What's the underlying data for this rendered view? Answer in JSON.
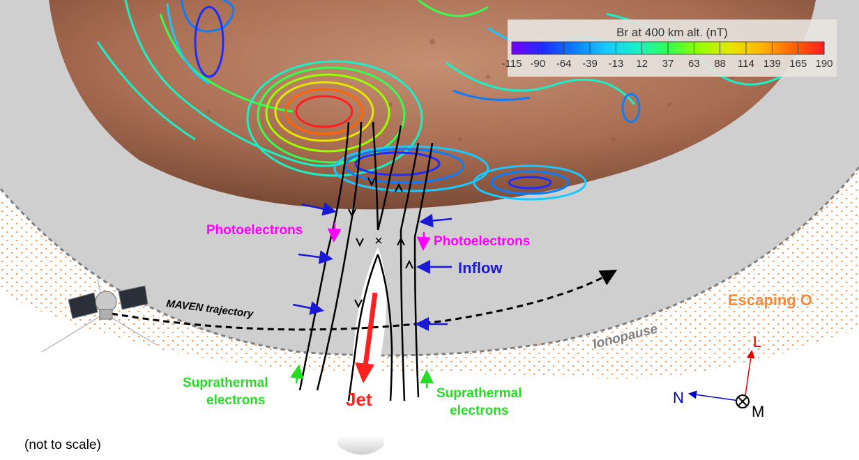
{
  "colorbar": {
    "title": "Br at 400 km alt. (nT)",
    "ticks": [
      "-115",
      "-90",
      "-64",
      "-39",
      "-13",
      "12",
      "37",
      "63",
      "88",
      "114",
      "139",
      "165",
      "190"
    ],
    "gradient": [
      "#7a00ff",
      "#1e2dff",
      "#0a7dff",
      "#19c8ff",
      "#19f0c8",
      "#32ff50",
      "#96ff00",
      "#e6e600",
      "#ffb400",
      "#ff6400",
      "#ff1e1e"
    ]
  },
  "labels": {
    "photoelectrons_left": "Photoelectrons",
    "photoelectrons_right": "Photoelectrons",
    "inflow": "Inflow",
    "maven_trajectory": "MAVEN  trajectory",
    "escaping_o": "Escaping O",
    "ionopause": "Ionopause",
    "suprathermal_left_1": "Suprathermal",
    "suprathermal_left_2": "electrons",
    "suprathermal_right_1": "Suprathermal",
    "suprathermal_right_2": "electrons",
    "jet": "Jet",
    "not_to_scale": "(not to scale)",
    "axis_L": "L",
    "axis_N": "N",
    "axis_M": "M"
  },
  "colors": {
    "photoelectrons": "#ff00ff",
    "inflow": "#1a1ad6",
    "suprathermal": "#22dd22",
    "jet": "#ff2020",
    "escaping": "#f08c3c",
    "ionosphere": "#cfcfcf",
    "mars": "#b07a5f"
  }
}
